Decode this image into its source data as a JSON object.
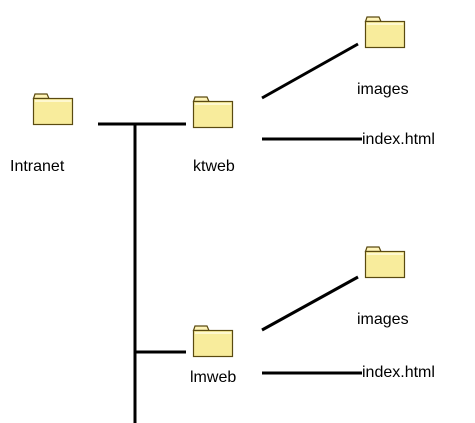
{
  "tree": {
    "root": {
      "label": "Intranet",
      "icon": "folder-icon"
    },
    "sites": [
      {
        "label": "ktweb",
        "icon": "folder-icon",
        "subfolder": {
          "label": "images",
          "icon": "folder-icon"
        },
        "file": {
          "label": "index.html"
        }
      },
      {
        "label": "lmweb",
        "icon": "folder-icon",
        "subfolder": {
          "label": "images",
          "icon": "folder-icon"
        },
        "file": {
          "label": "index.html"
        }
      }
    ]
  },
  "colors": {
    "folder_fill": "#f8ec9c",
    "folder_tab": "#fff4b8",
    "folder_outline": "#5a4a10",
    "line": "#000000"
  }
}
